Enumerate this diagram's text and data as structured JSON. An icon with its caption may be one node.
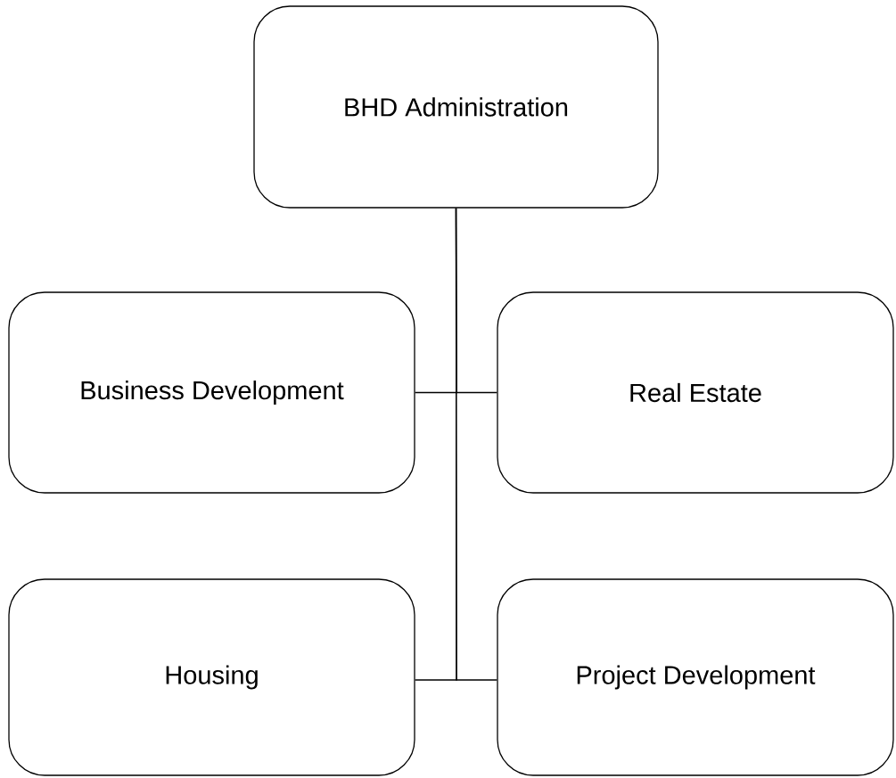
{
  "diagram": {
    "nodes": [
      {
        "text": [
          "BHD Administration"
        ]
      },
      {
        "text": [
          "Business Development"
        ]
      },
      {
        "text": [
          "Real Estate"
        ]
      },
      {
        "text": [
          "Housing"
        ]
      },
      {
        "text": [
          "Project Development"
        ]
      }
    ],
    "edges": [
      {
        "from": 0,
        "to": 1,
        "arrow": "none"
      },
      {
        "from": 0,
        "to": 2,
        "arrow": "none"
      },
      {
        "from": 0,
        "to": 3,
        "arrow": "none"
      },
      {
        "from": 0,
        "to": 4,
        "arrow": "none"
      }
    ]
  }
}
